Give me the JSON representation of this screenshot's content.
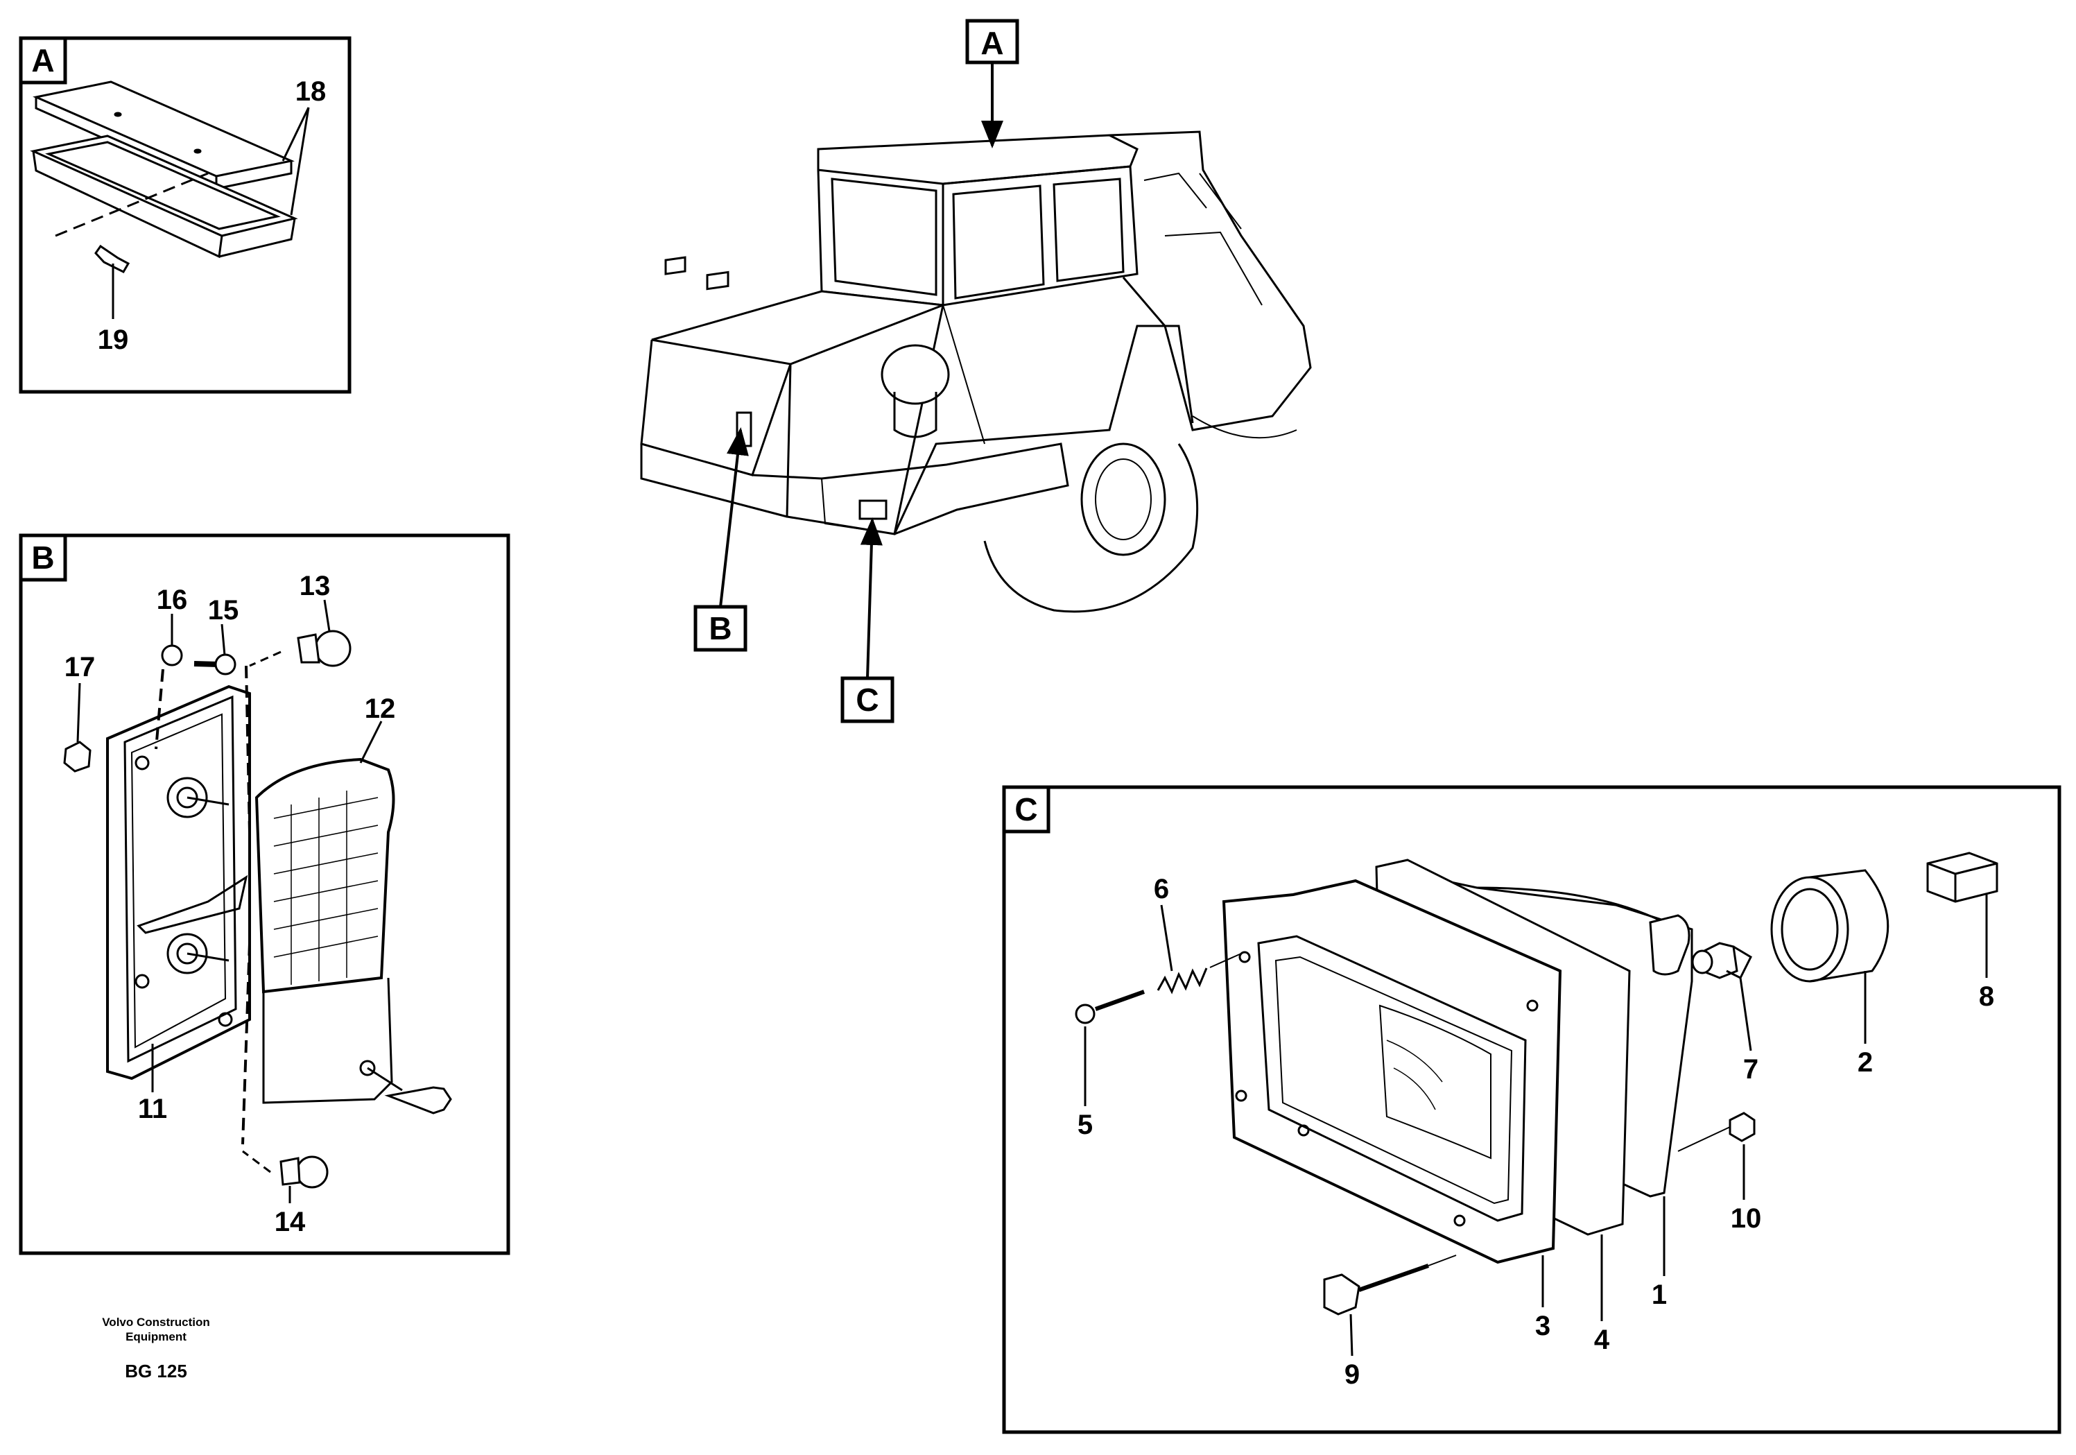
{
  "panels": {
    "A": {
      "letter": "A",
      "callouts": [
        "18",
        "19"
      ]
    },
    "B": {
      "letter": "B",
      "callouts": [
        "16",
        "15",
        "13",
        "17",
        "12",
        "11",
        "14"
      ]
    },
    "C": {
      "letter": "C",
      "callouts": [
        "6",
        "5",
        "7",
        "2",
        "8",
        "10",
        "1",
        "3",
        "4",
        "9"
      ]
    }
  },
  "machine_tags": [
    "A",
    "B",
    "C"
  ],
  "footer": {
    "company_line1": "Volvo Construction",
    "company_line2": "Equipment",
    "code": "BG 125"
  }
}
